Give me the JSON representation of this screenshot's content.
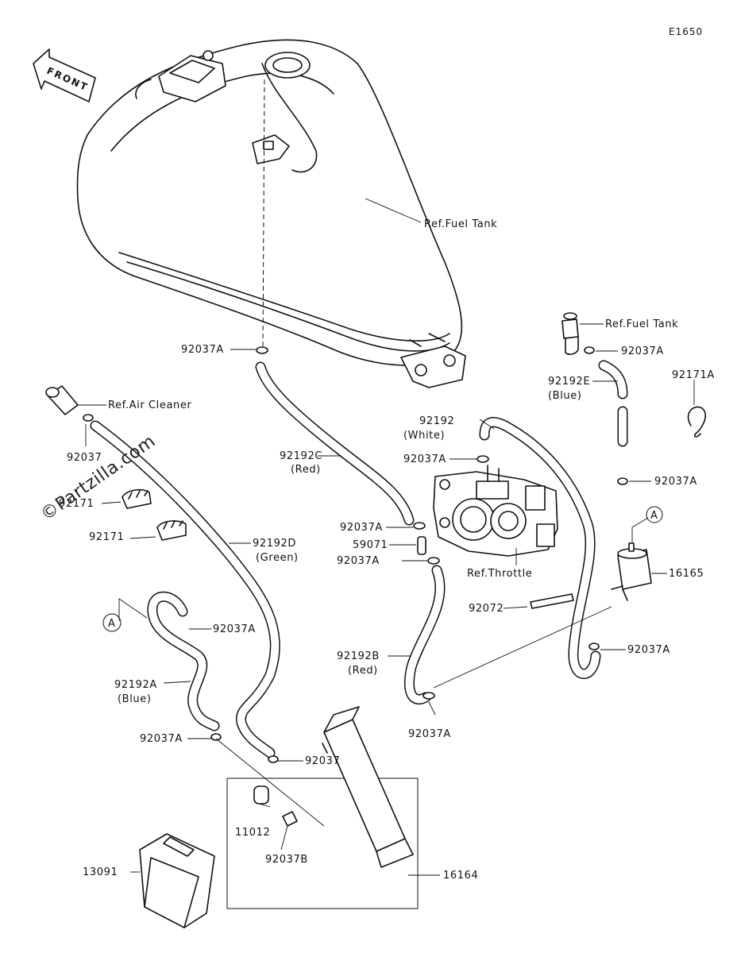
{
  "diagram": {
    "code": "E1650",
    "front_label": "FRONT",
    "watermark": "©Partzilla.com",
    "callouts": [
      {
        "id": "ref-fuel-tank-main",
        "text": "Ref.Fuel Tank"
      },
      {
        "id": "92037a-tank",
        "text": "92037A"
      },
      {
        "id": "ref-air-cleaner",
        "text": "Ref.Air Cleaner"
      },
      {
        "id": "92037-air",
        "text": "92037"
      },
      {
        "id": "92171-top",
        "text": "92171"
      },
      {
        "id": "92171-bottom",
        "text": "92171"
      },
      {
        "id": "92192d",
        "text": "92192D",
        "sub": "(Green)"
      },
      {
        "id": "92192c",
        "text": "92192C",
        "sub": "(Red)"
      },
      {
        "id": "92192-white",
        "text": "92192",
        "sub": "(White)"
      },
      {
        "id": "92037a-throttle-top",
        "text": "92037A"
      },
      {
        "id": "92037a-mid-1",
        "text": "92037A"
      },
      {
        "id": "59071",
        "text": "59071"
      },
      {
        "id": "92037a-mid-2",
        "text": "92037A"
      },
      {
        "id": "ref-throttle",
        "text": "Ref.Throttle"
      },
      {
        "id": "ref-fuel-tank-valve",
        "text": "Ref.Fuel Tank"
      },
      {
        "id": "92037a-valve",
        "text": "92037A"
      },
      {
        "id": "92192e",
        "text": "92192E",
        "sub": "(Blue)"
      },
      {
        "id": "92171a",
        "text": "92171A"
      },
      {
        "id": "92037a-right",
        "text": "92037A"
      },
      {
        "id": "16165",
        "text": "16165"
      },
      {
        "id": "92072",
        "text": "92072"
      },
      {
        "id": "92037a-right-low",
        "text": "92037A"
      },
      {
        "id": "92037a-a-hose",
        "text": "92037A"
      },
      {
        "id": "92192a",
        "text": "92192A",
        "sub": "(Blue)"
      },
      {
        "id": "92192b",
        "text": "92192B",
        "sub": "(Red)"
      },
      {
        "id": "92037a-bottom-mid",
        "text": "92037A"
      },
      {
        "id": "92037a-left-low",
        "text": "92037A"
      },
      {
        "id": "92037-low",
        "text": "92037"
      },
      {
        "id": "11012",
        "text": "11012"
      },
      {
        "id": "92037b",
        "text": "92037B"
      },
      {
        "id": "13091",
        "text": "13091"
      },
      {
        "id": "16164",
        "text": "16164"
      }
    ],
    "connector_marks": [
      {
        "id": "a-left",
        "text": "A"
      },
      {
        "id": "a-right",
        "text": "A"
      }
    ]
  }
}
